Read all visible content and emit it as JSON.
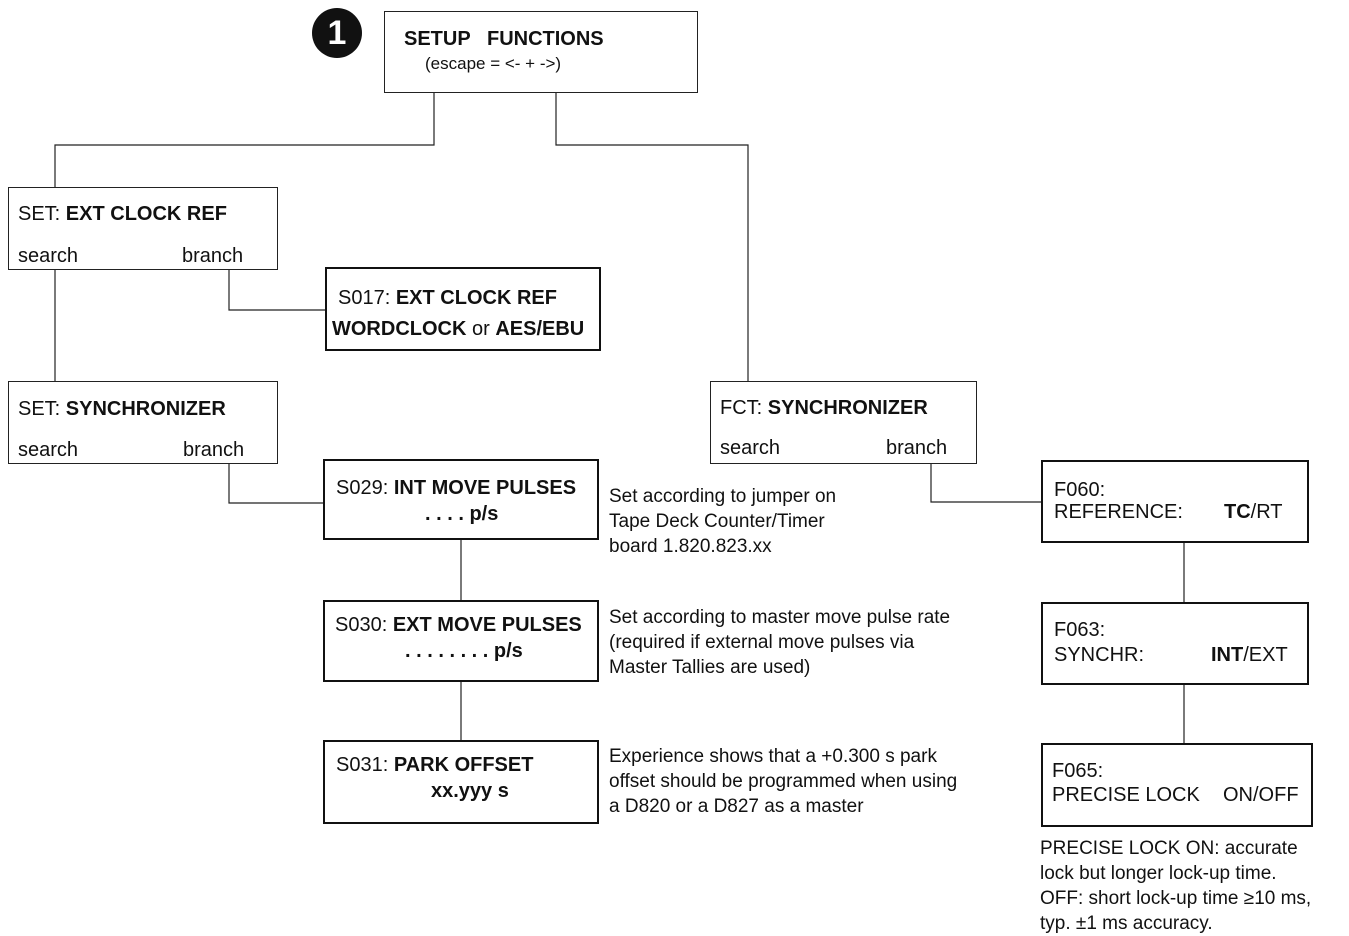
{
  "badge": "1",
  "setup": {
    "title": "SETUP   FUNCTIONS",
    "escape": "(escape = <- + ->)"
  },
  "set_ext_clock": {
    "prefix": "SET: ",
    "name": "EXT CLOCK REF",
    "search": "search",
    "branch": "branch"
  },
  "s017": {
    "code": "S017: ",
    "name": "EXT CLOCK REF",
    "opt_a": "WORDCLOCK",
    "or": " or ",
    "opt_b": "AES/EBU"
  },
  "set_sync": {
    "prefix": "SET: ",
    "name": "SYNCHRONIZER",
    "search": "search",
    "branch": "branch"
  },
  "s029": {
    "code": "S029: ",
    "name": "INT MOVE PULSES",
    "value": ". . . . p/s",
    "note": [
      "Set according to jumper on",
      "Tape Deck Counter/Timer",
      "board 1.820.823.xx"
    ]
  },
  "s030": {
    "code": "S030: ",
    "name": "EXT MOVE PULSES",
    "value": ". . . . . . . . p/s",
    "note": [
      "Set according to master move pulse rate",
      "(required if external move pulses via",
      "Master Tallies are used)"
    ]
  },
  "s031": {
    "code": "S031: ",
    "name": "PARK OFFSET",
    "value": "xx.yyy s",
    "note": [
      "Experience shows that a +0.300 s park",
      "offset should be programmed when using",
      "a D820 or a D827 as a master"
    ]
  },
  "fct_sync": {
    "prefix": "FCT: ",
    "name": "SYNCHRONIZER",
    "search": "search",
    "branch": "branch"
  },
  "f060": {
    "code": "F060:",
    "label": "REFERENCE:",
    "sel": "TC",
    "rest": "/RT"
  },
  "f063": {
    "code": "F063:",
    "label": "SYNCHR:",
    "sel": "INT",
    "rest": "/EXT"
  },
  "f065": {
    "code": "F065:",
    "label": "PRECISE LOCK",
    "options": "ON/OFF",
    "note": [
      "PRECISE LOCK ON: accurate",
      "lock but longer lock-up time.",
      "OFF: short lock-up time ≥10 ms,",
      "typ. ±1 ms accuracy."
    ]
  }
}
